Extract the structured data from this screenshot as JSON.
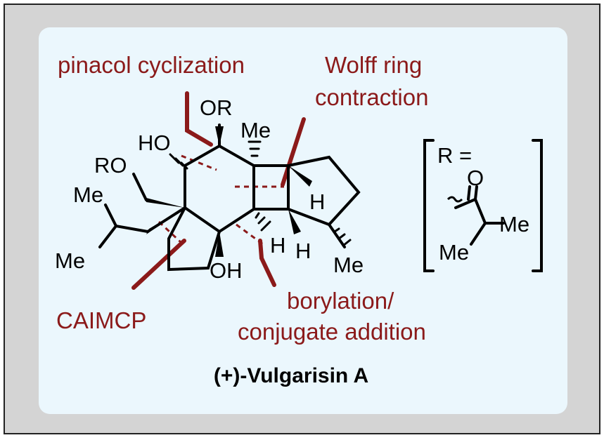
{
  "colors": {
    "frame_background": "#d4d4d4",
    "panel_background": "#ebf7fd",
    "annotation": "#8b1a1a",
    "bond": "#000000"
  },
  "annotations": {
    "pinacol": "pinacol cyclization",
    "wolff_line1": "Wolff ring",
    "wolff_line2": "contraction",
    "caimcp": "CAIMCP",
    "borylation_line1": "borylation/",
    "borylation_line2": "conjugate addition"
  },
  "compound_name": "(+)-Vulgarisin A",
  "atom_labels": {
    "or_top": "OR",
    "me_top": "Me",
    "ho": "HO",
    "ro": "RO",
    "me_isopropyl_upper": "Me",
    "me_isopropyl_lower": "Me",
    "h_right": "H",
    "h_lower_left": "H",
    "h_lower_right": "H",
    "oh": "OH",
    "me_cyclopentane": "Me"
  },
  "r_group": {
    "label": "R =",
    "oxygen": "O",
    "me_right": "Me",
    "me_left": "Me"
  }
}
